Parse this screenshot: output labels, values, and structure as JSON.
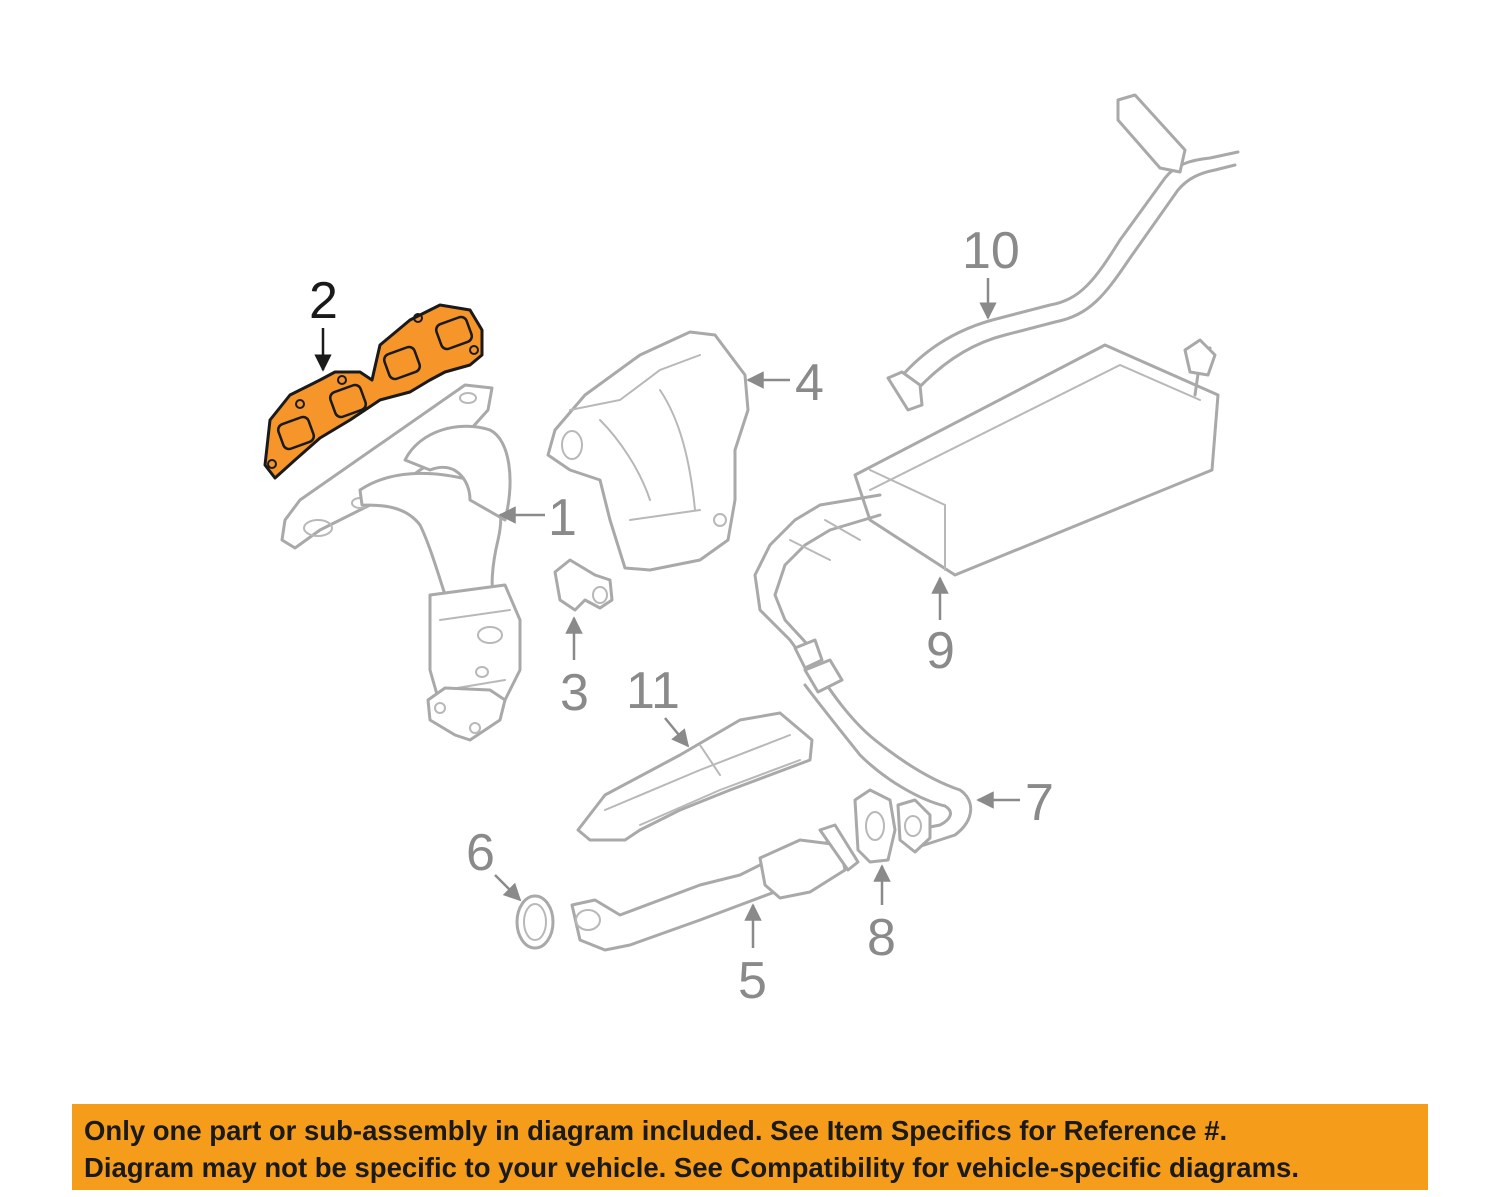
{
  "diagram": {
    "highlight_color": "#f5952a",
    "part_color": "#a9a9a9",
    "callouts": [
      {
        "id": "1",
        "label": "1"
      },
      {
        "id": "2",
        "label": "2",
        "highlighted": true
      },
      {
        "id": "3",
        "label": "3"
      },
      {
        "id": "4",
        "label": "4"
      },
      {
        "id": "5",
        "label": "5"
      },
      {
        "id": "6",
        "label": "6"
      },
      {
        "id": "7",
        "label": "7"
      },
      {
        "id": "8",
        "label": "8"
      },
      {
        "id": "9",
        "label": "9"
      },
      {
        "id": "10",
        "label": "10"
      },
      {
        "id": "11",
        "label": "11"
      }
    ]
  },
  "disclaimer": {
    "background": "#f59c1b",
    "line1": "Only one part or sub-assembly in diagram included. See Item Specifics for Reference #.",
    "line2": "Diagram may not be specific to your vehicle. See Compatibility for vehicle-specific diagrams."
  }
}
